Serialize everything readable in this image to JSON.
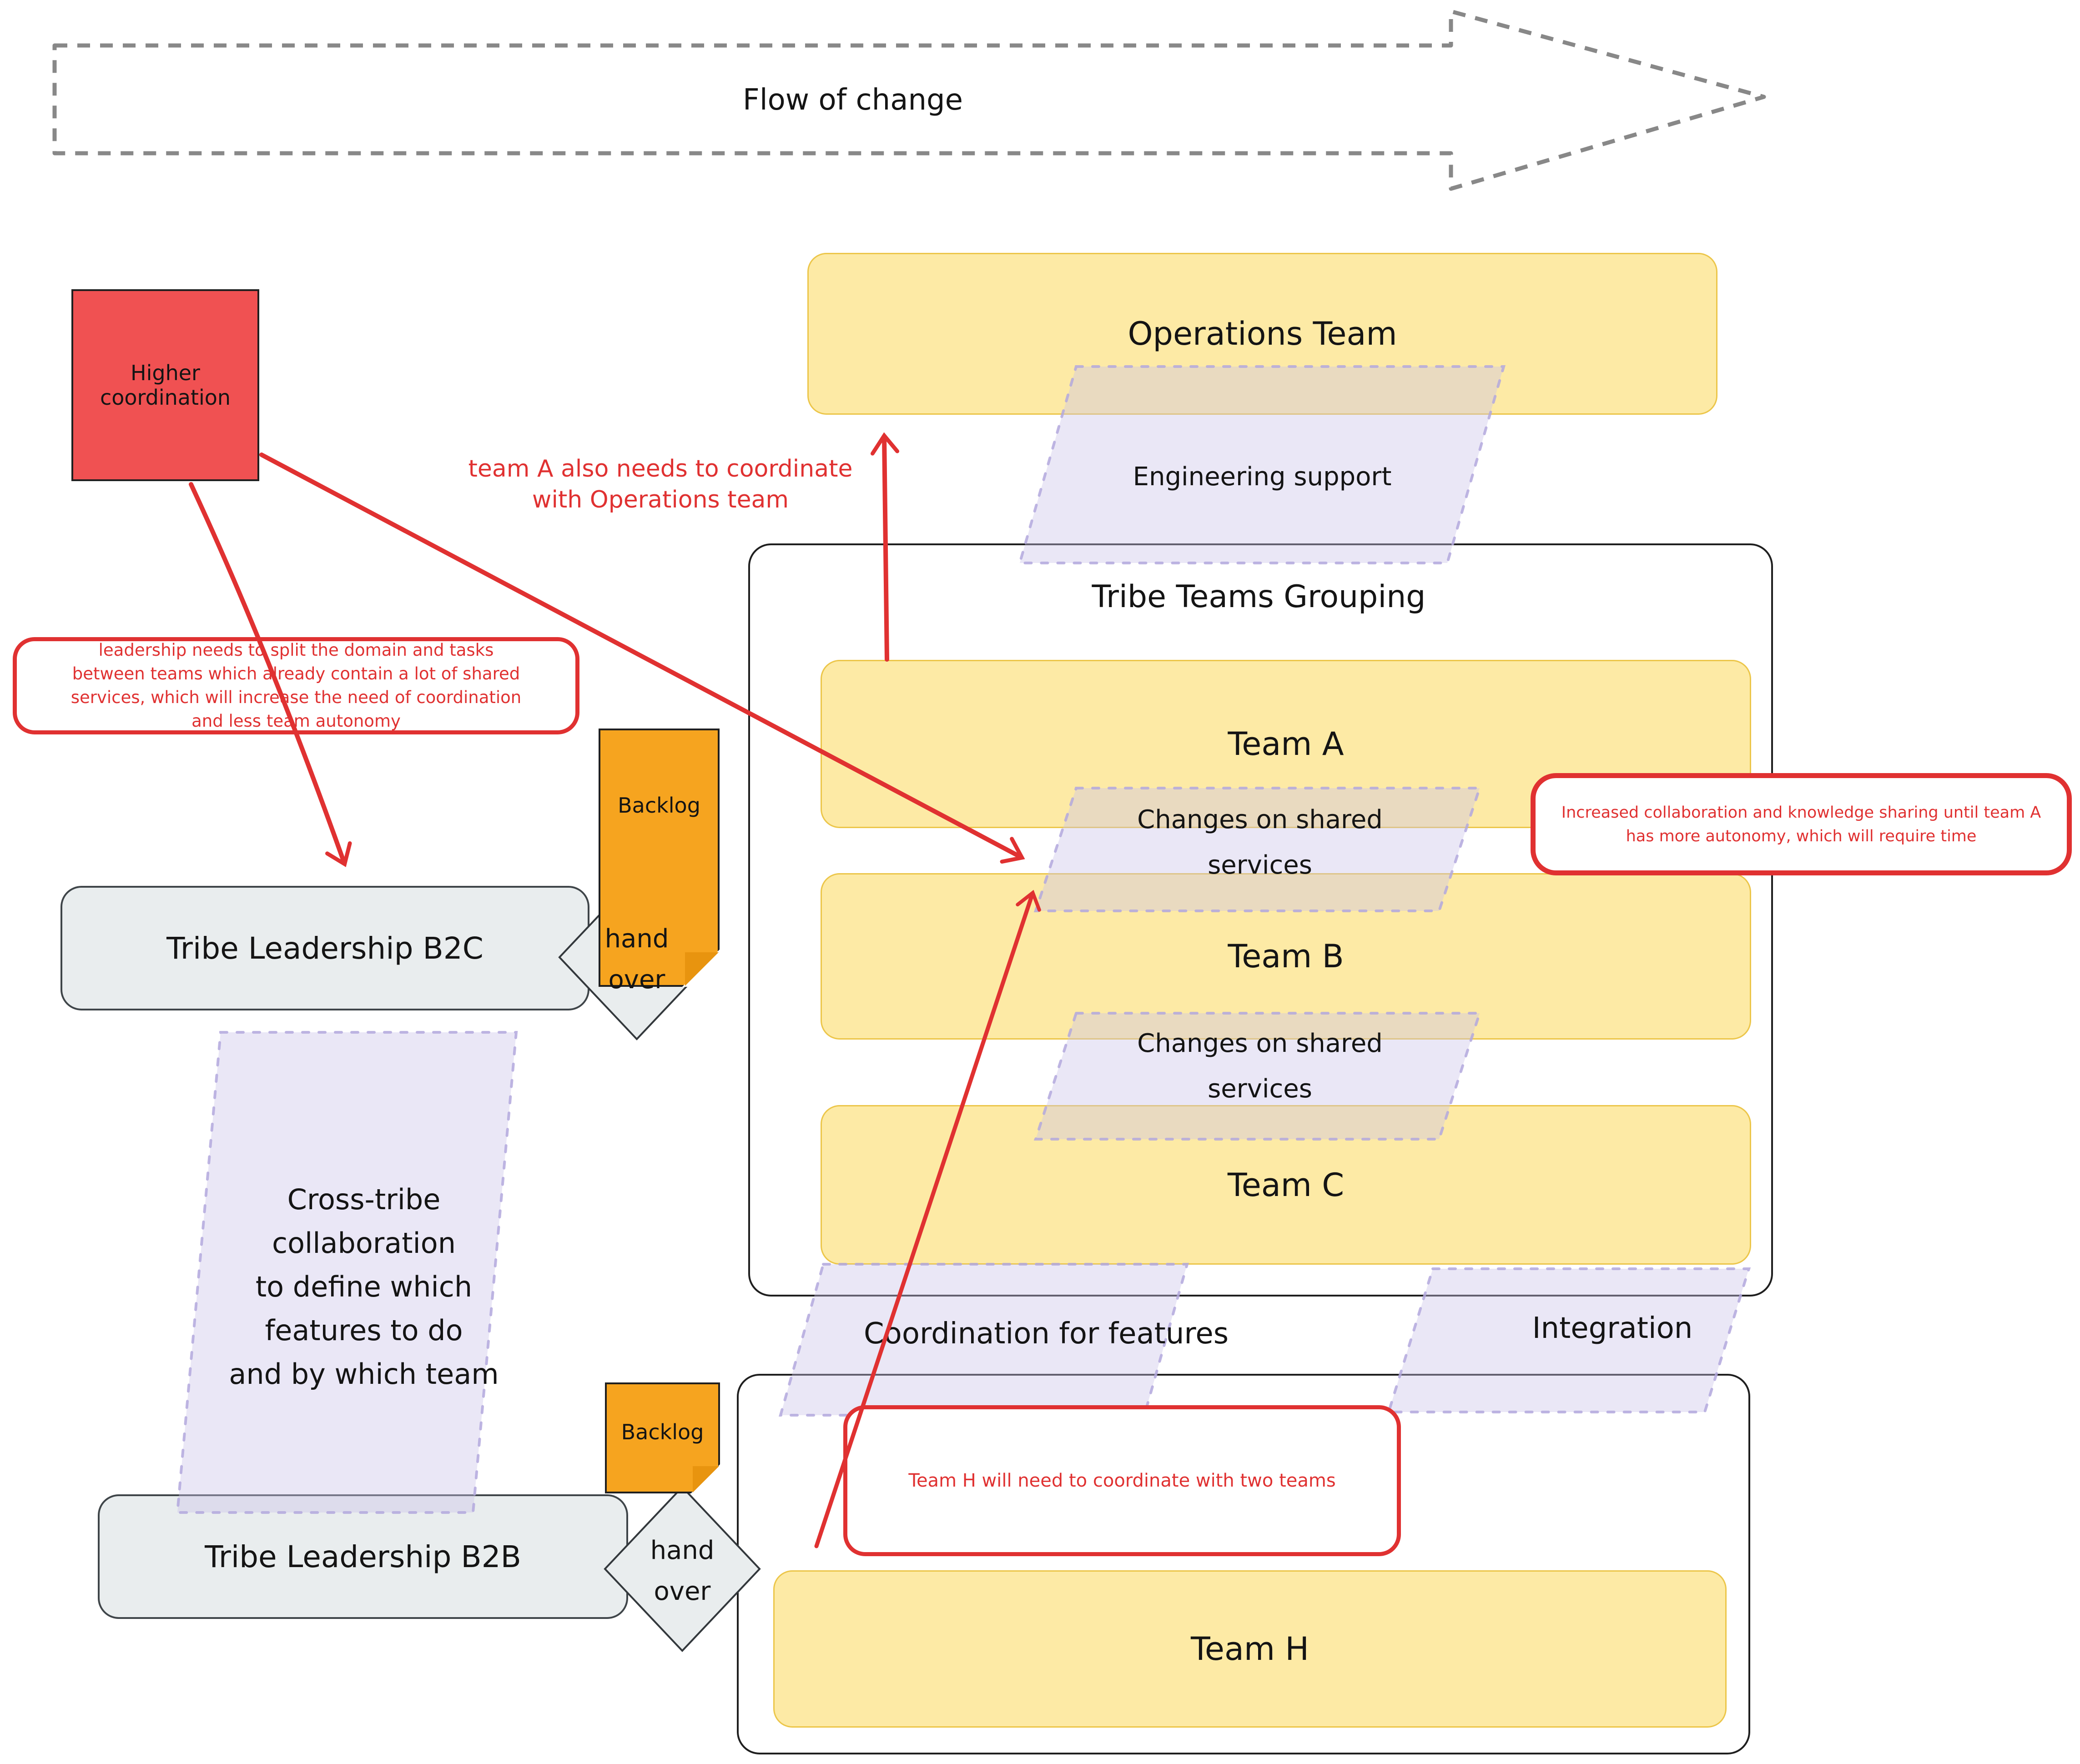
{
  "flow": {
    "label": "Flow of change"
  },
  "stickies": {
    "higher": {
      "text": "Higher\ncoordination"
    },
    "backlog_top": {
      "text": "Backlog"
    },
    "backlog_bottom": {
      "text": "Backlog"
    }
  },
  "teams": {
    "operations": "Operations Team",
    "a": "Team A",
    "b": "Team B",
    "c": "Team C",
    "h": "Team H"
  },
  "groups": {
    "tribe": {
      "title": "Tribe Teams Grouping"
    }
  },
  "parallelograms": {
    "engineering": "Engineering support",
    "changes1": "Changes on shared\nservices",
    "changes2": "Changes on shared\nservices",
    "cross_tribe": "Cross-tribe\ncollaboration\nto define which\nfeatures to do\nand by which team",
    "coordination": "Coordination for features",
    "integration": "Integration"
  },
  "leadership": {
    "b2c": "Tribe Leadership B2C",
    "b2b": "Tribe Leadership B2B",
    "handover_top": "hand\nover",
    "handover_bottom": "hand\nover"
  },
  "annotations": {
    "team_a_ops": "team A also needs to coordinate\nwith Operations team",
    "split": "leadership needs to split the domain and tasks\nbetween teams which already contain a lot of shared\nservices, which will increase the need of coordination\nand less team autonomy",
    "collab": "Increased collaboration and knowledge sharing until team A\nhas more autonomy, which will require time",
    "team_h": "Team H will need to coordinate with two teams"
  },
  "colors": {
    "accent_red": "#e03131",
    "sticky_red": "#f05152",
    "sticky_orange": "#f6a41f",
    "team_yellow": "#fdeaa5",
    "yellow_stroke": "#ecc64a",
    "lavender_fill": "#eae8f4",
    "lavender_stroke": "#b3a8dd",
    "gray_box": "#e9edee",
    "arrow_gray": "#888888"
  }
}
